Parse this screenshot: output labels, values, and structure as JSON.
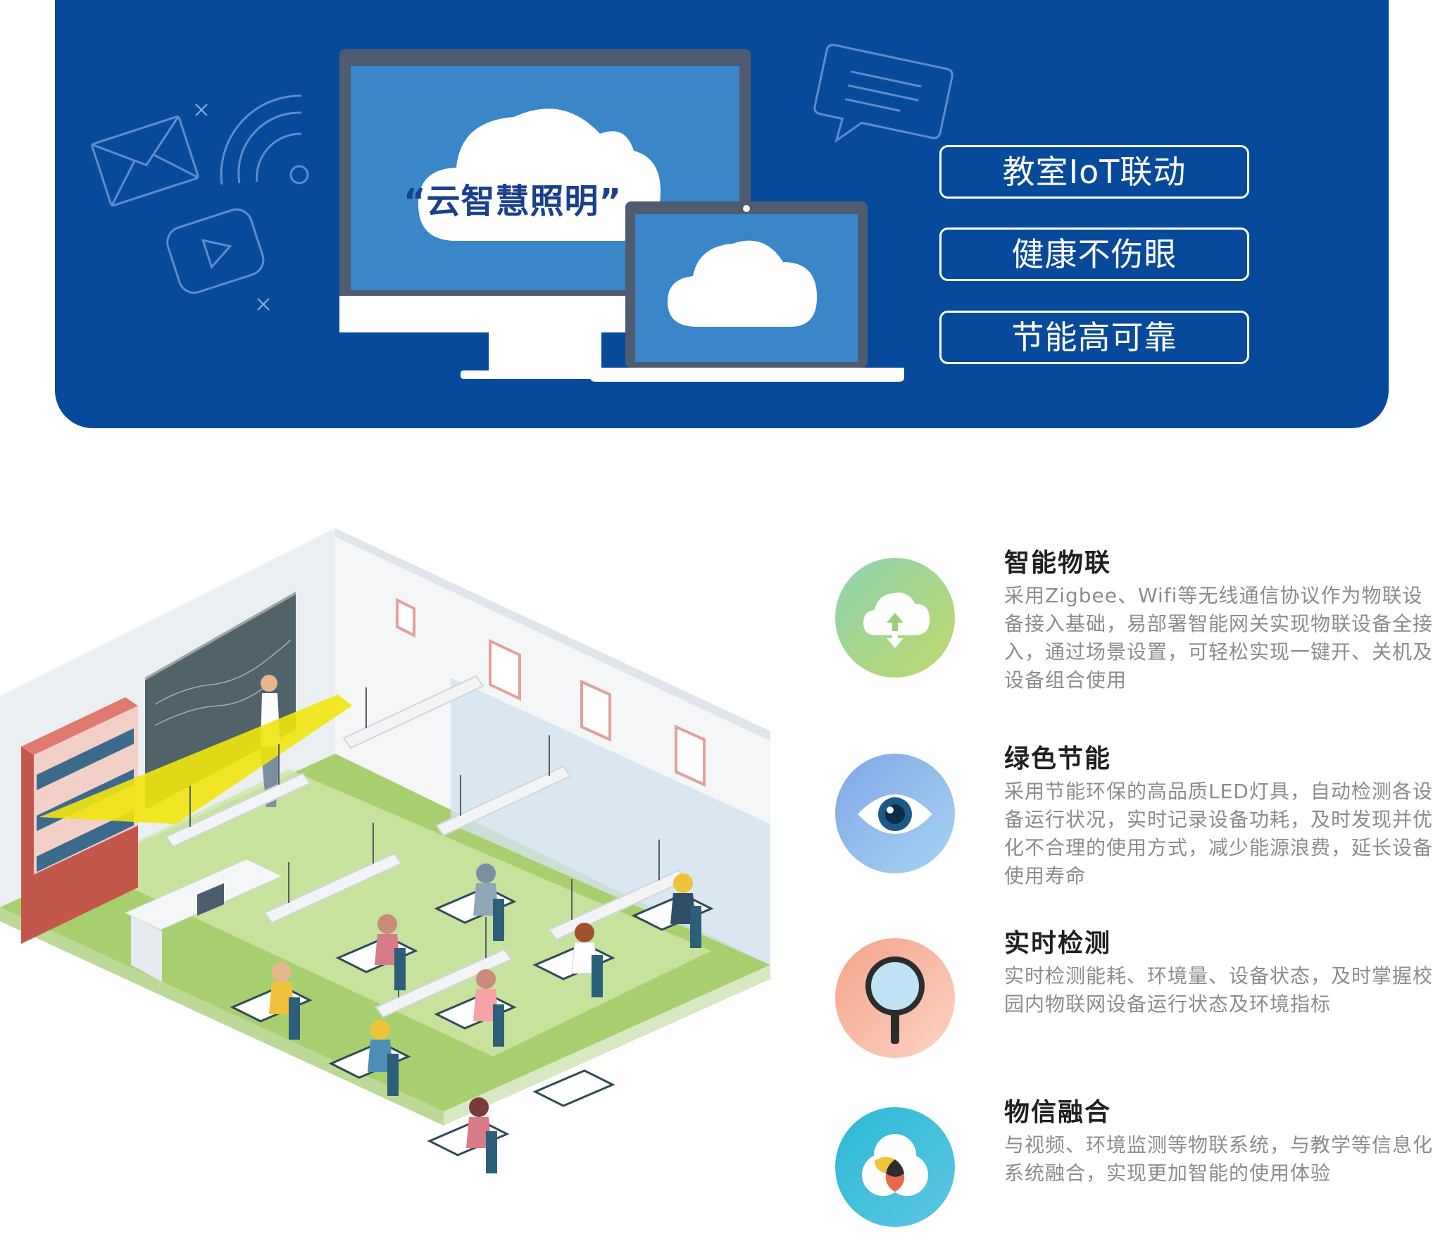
{
  "banner": {
    "cloud_title": "“云智慧照明”",
    "features": [
      "教室IoT联动",
      "健康不伤眼",
      "节能高可靠"
    ],
    "colors": {
      "background": "#074a9b",
      "screen": "#4a90d0"
    }
  },
  "features": [
    {
      "title": "智能物联",
      "description": "采用Zigbee、Wifi等无线通信协议作为物联设备接入基础，易部署智能网关实现物联设备全接入，通过场景设置，可轻松实现一键开、关机及设备组合使用",
      "icon": "cloud-sync-icon",
      "gradient": [
        "#8cd3b0",
        "#c0d96a"
      ]
    },
    {
      "title": "绿色节能",
      "description": "采用节能环保的高品质LED灯具，自动检测各设备运行状况，实时记录设备功耗，及时发现并优化不合理的使用方式，减少能源浪费，延长设备使用寿命",
      "icon": "eye-icon",
      "gradient": [
        "#7fa6e6",
        "#a8d4f2"
      ]
    },
    {
      "title": "实时检测",
      "description": "实时检测能耗、环境量、设备状态，及时掌握校园内物联网设备运行状态及环境指标",
      "icon": "magnifier-icon",
      "gradient": [
        "#f4a48a",
        "#fbd3c2"
      ]
    },
    {
      "title": "物信融合",
      "description": "与视频、环境监测等物联系统，与教学等信息化系统融合，实现更加智能的使用体验",
      "icon": "venn-icon",
      "gradient": [
        "#2bb8d6",
        "#5ec7e2"
      ]
    }
  ]
}
